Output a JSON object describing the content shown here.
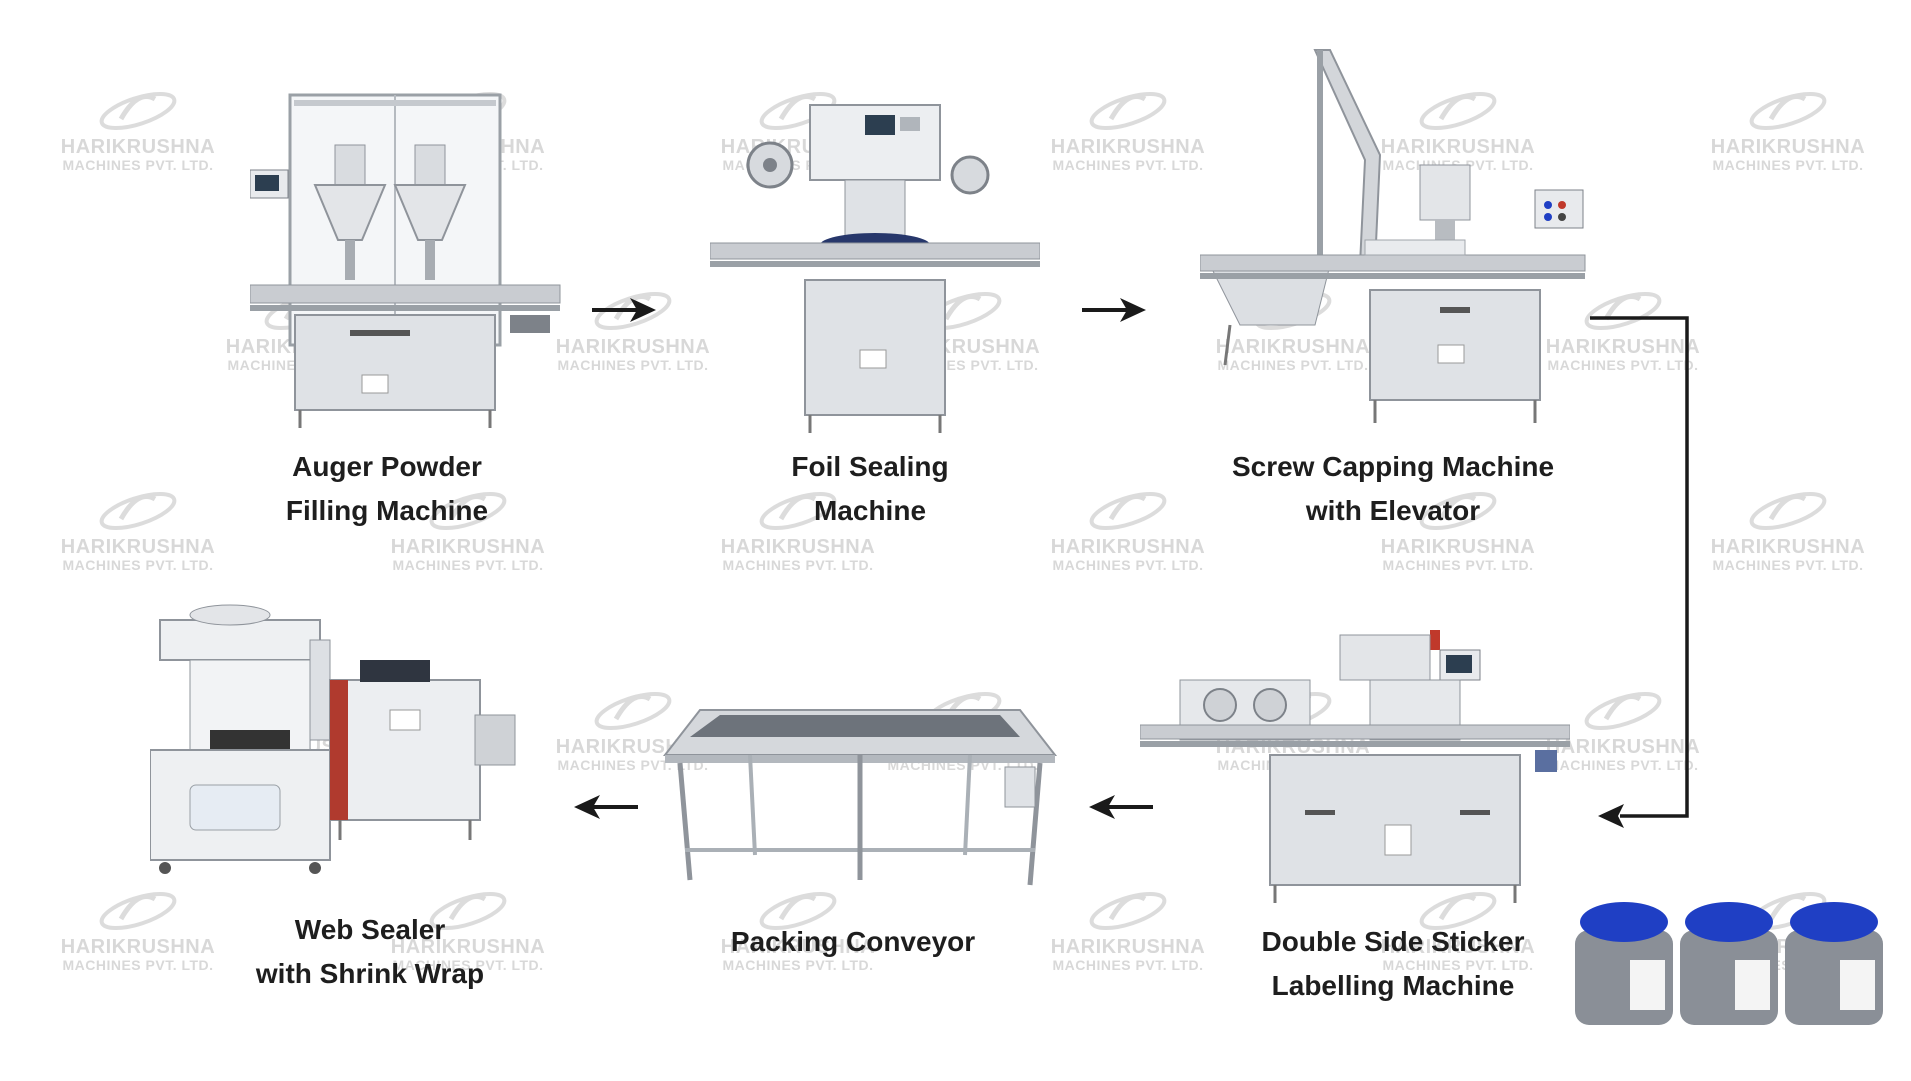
{
  "watermark": {
    "line1": "HARIKRUSHNA",
    "line2": "MACHINES PVT. LTD."
  },
  "steps": [
    {
      "id": "auger",
      "line1": "Auger Powder",
      "line2": "Filling Machine"
    },
    {
      "id": "foil",
      "line1": "Foil Sealing",
      "line2": "Machine"
    },
    {
      "id": "capping",
      "line1": "Screw Capping Machine",
      "line2": "with Elevator"
    },
    {
      "id": "labelling",
      "line1": "Double Side Sticker",
      "line2": "Labelling Machine"
    },
    {
      "id": "conveyor",
      "line1": "Packing Conveyor",
      "line2": ""
    },
    {
      "id": "websealer",
      "line1": "Web Sealer",
      "line2": "with Shrink Wrap"
    }
  ],
  "product": {
    "jar_count": 3,
    "cap_color": "#1f3fc4",
    "jar_color": "#8a8f97"
  },
  "colors": {
    "arrow": "#1a1a1a",
    "steel": "#c9ccd1",
    "steel_dark": "#8f949b",
    "text": "#1e1e1e"
  }
}
